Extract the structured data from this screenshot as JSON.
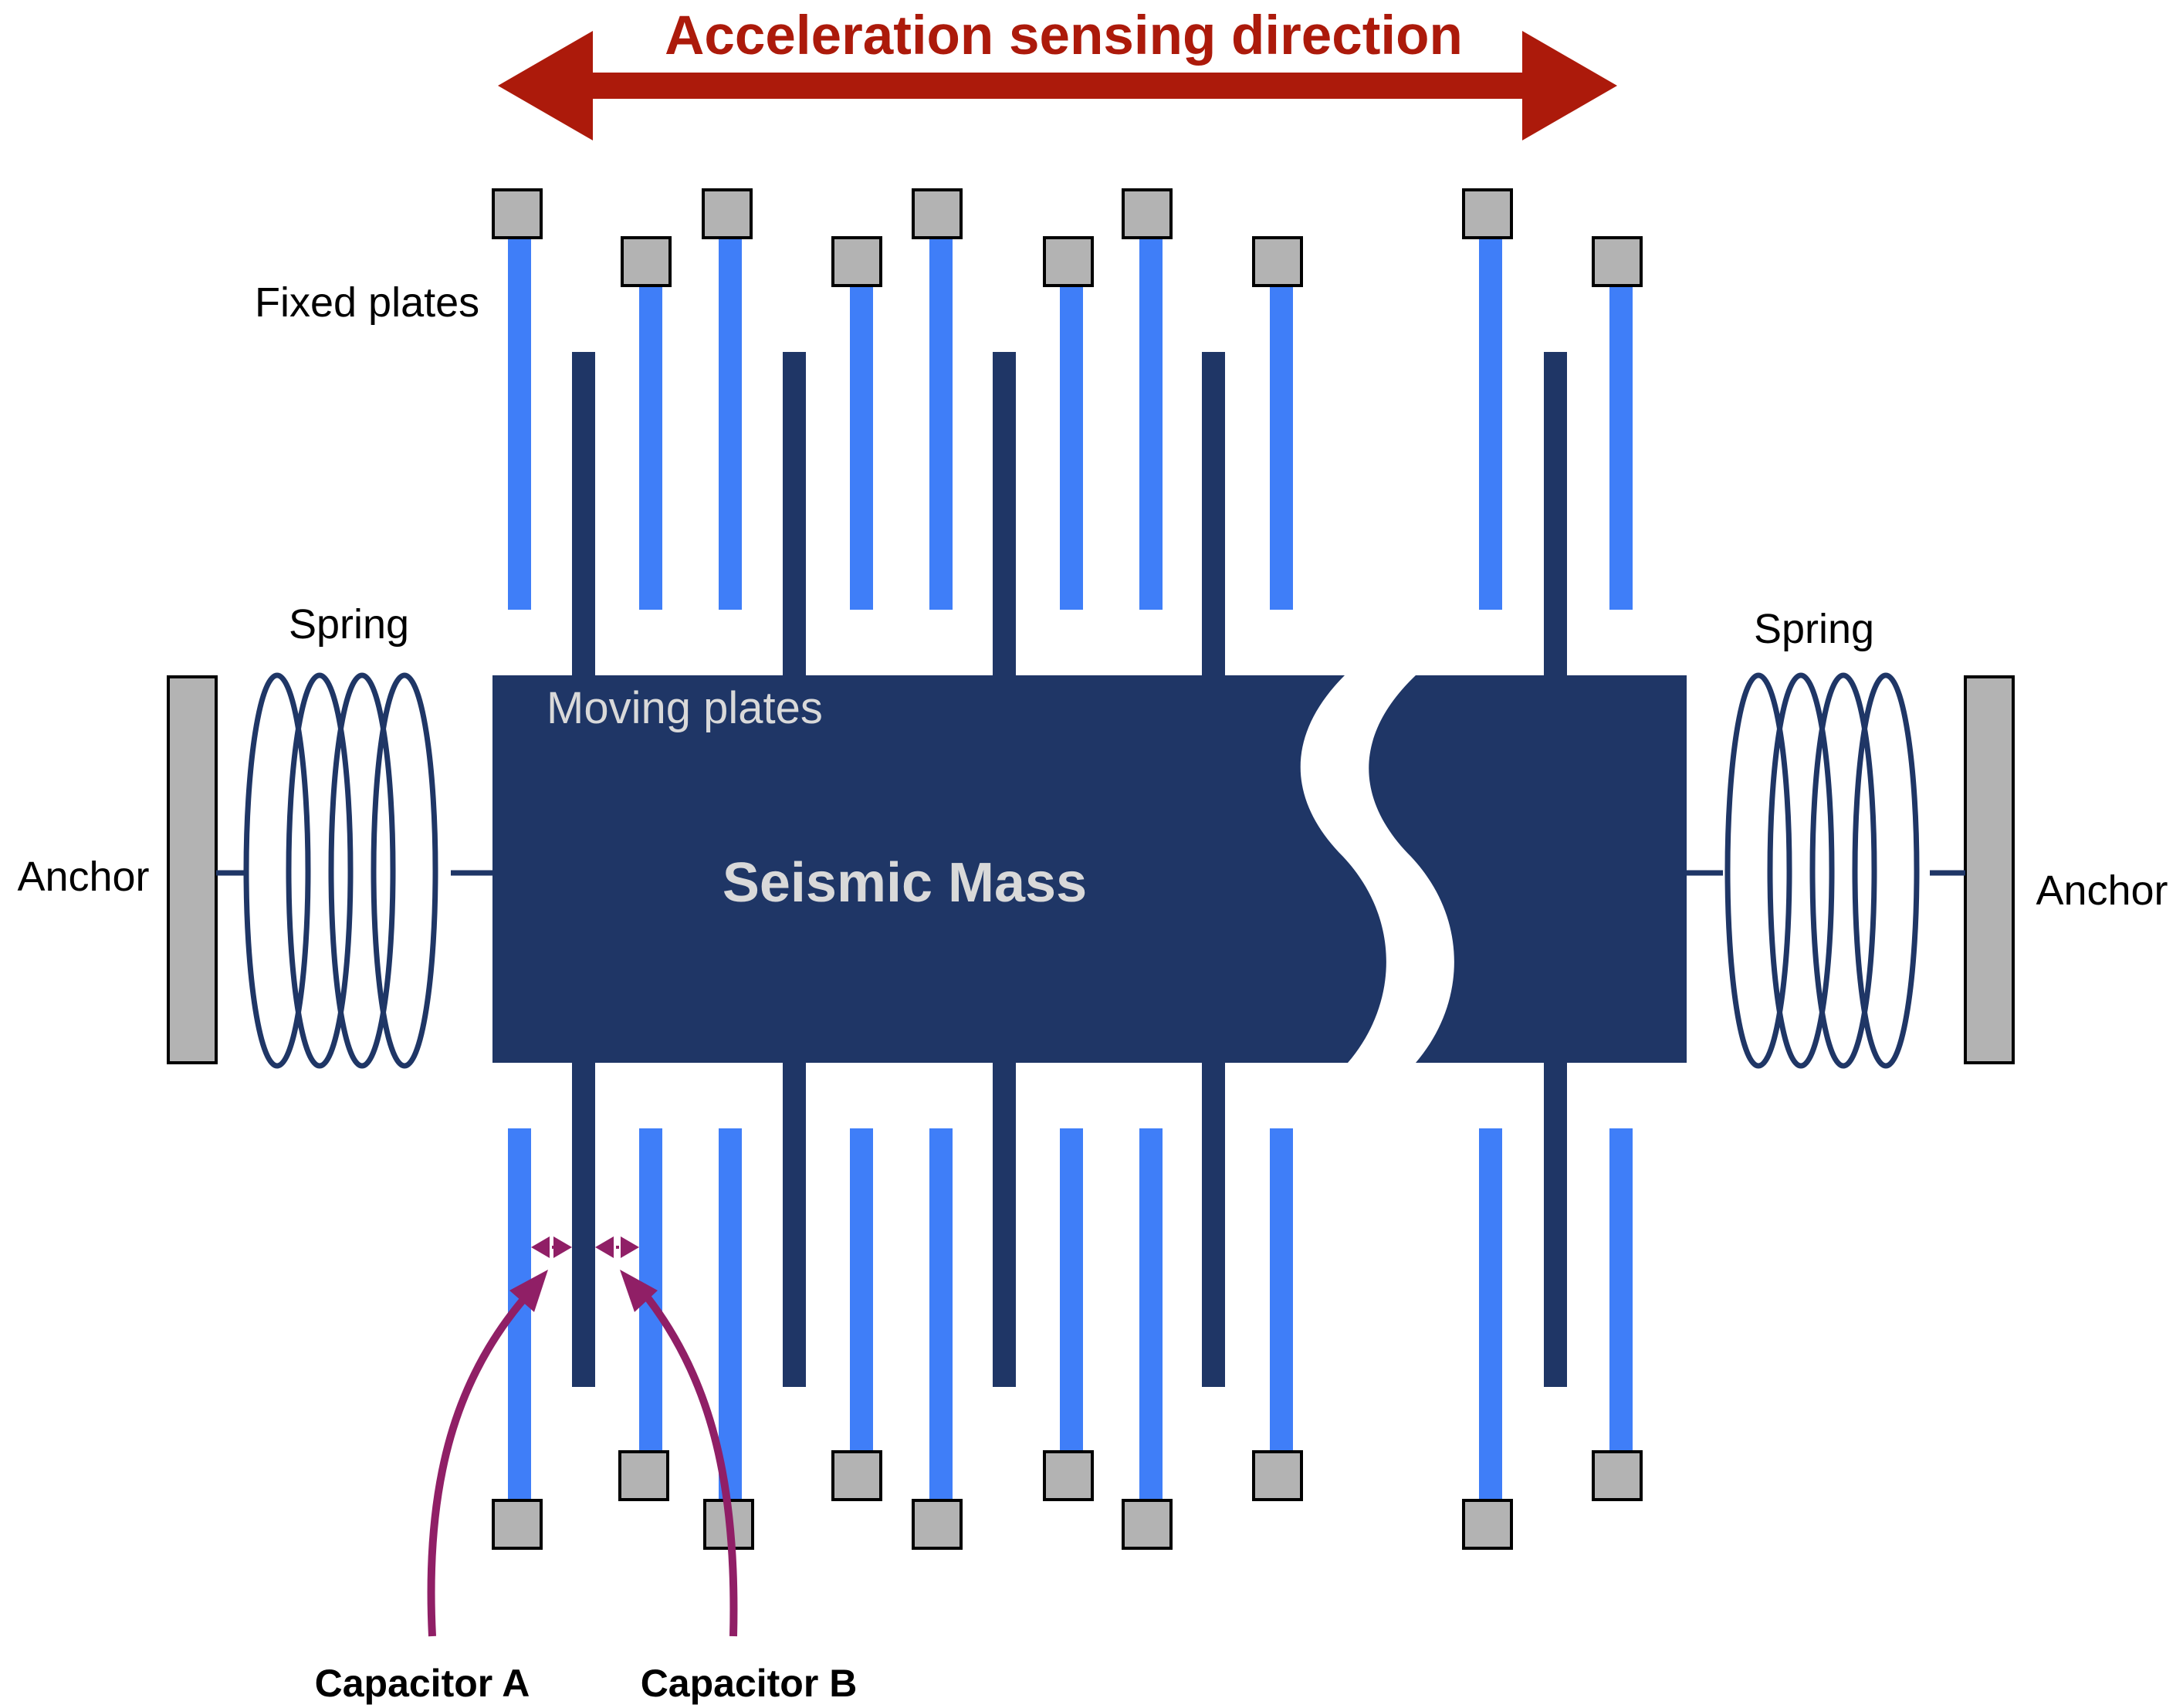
{
  "labels": {
    "direction": "Acceleration sensing direction",
    "fixed_plates": "Fixed plates",
    "moving_plates": "Moving plates",
    "seismic_mass": "Seismic Mass",
    "spring_left": "Spring",
    "spring_right": "Spring",
    "anchor_left": "Anchor",
    "anchor_right": "Anchor",
    "capacitor_a": "Capacitor A",
    "capacitor_b": "Capacitor B"
  },
  "colors": {
    "mass": "#1f3666",
    "fixed_plate": "#3f7ef8",
    "pad": "#b3b3b3",
    "arrow": "#ac1a0b",
    "capacitor": "#901f66",
    "label_light": "#d9d9d9",
    "text": "#000000"
  }
}
